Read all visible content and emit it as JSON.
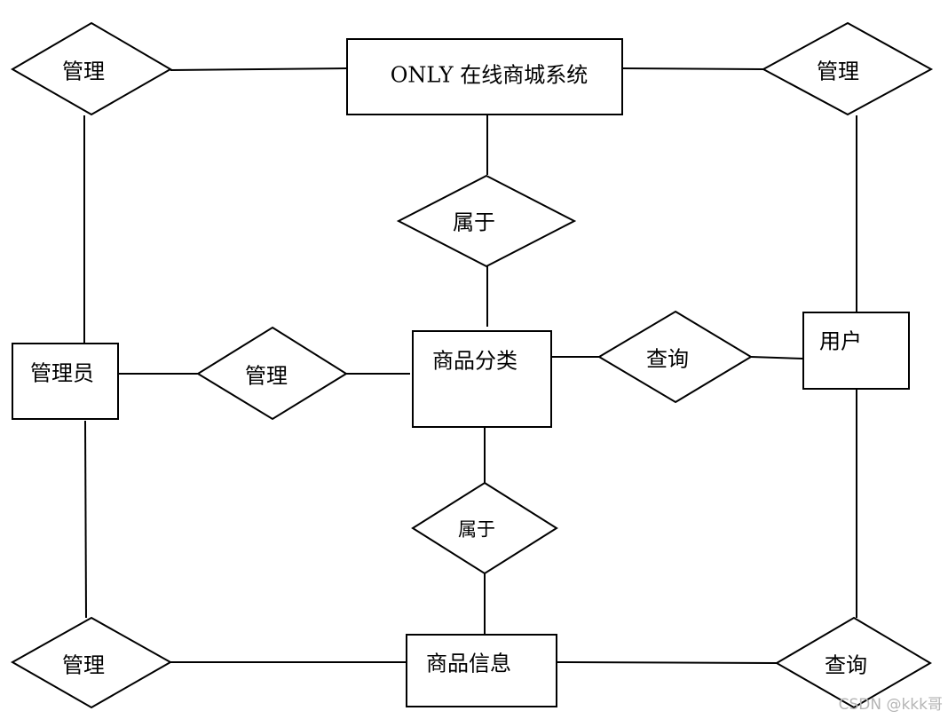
{
  "diagram": {
    "entities": {
      "system": "ONLY 在线商城系统",
      "admin": "管理员",
      "category": "商品分类",
      "user": "用户",
      "product": "商品信息"
    },
    "relationships": {
      "manage_top_left": "管理",
      "manage_top_right": "管理",
      "belong_top": "属于",
      "manage_middle": "管理",
      "query_middle": "查询",
      "belong_bottom": "属于",
      "manage_bottom_left": "管理",
      "query_bottom_right": "查询"
    }
  },
  "watermark": "CSDN @kkk哥"
}
